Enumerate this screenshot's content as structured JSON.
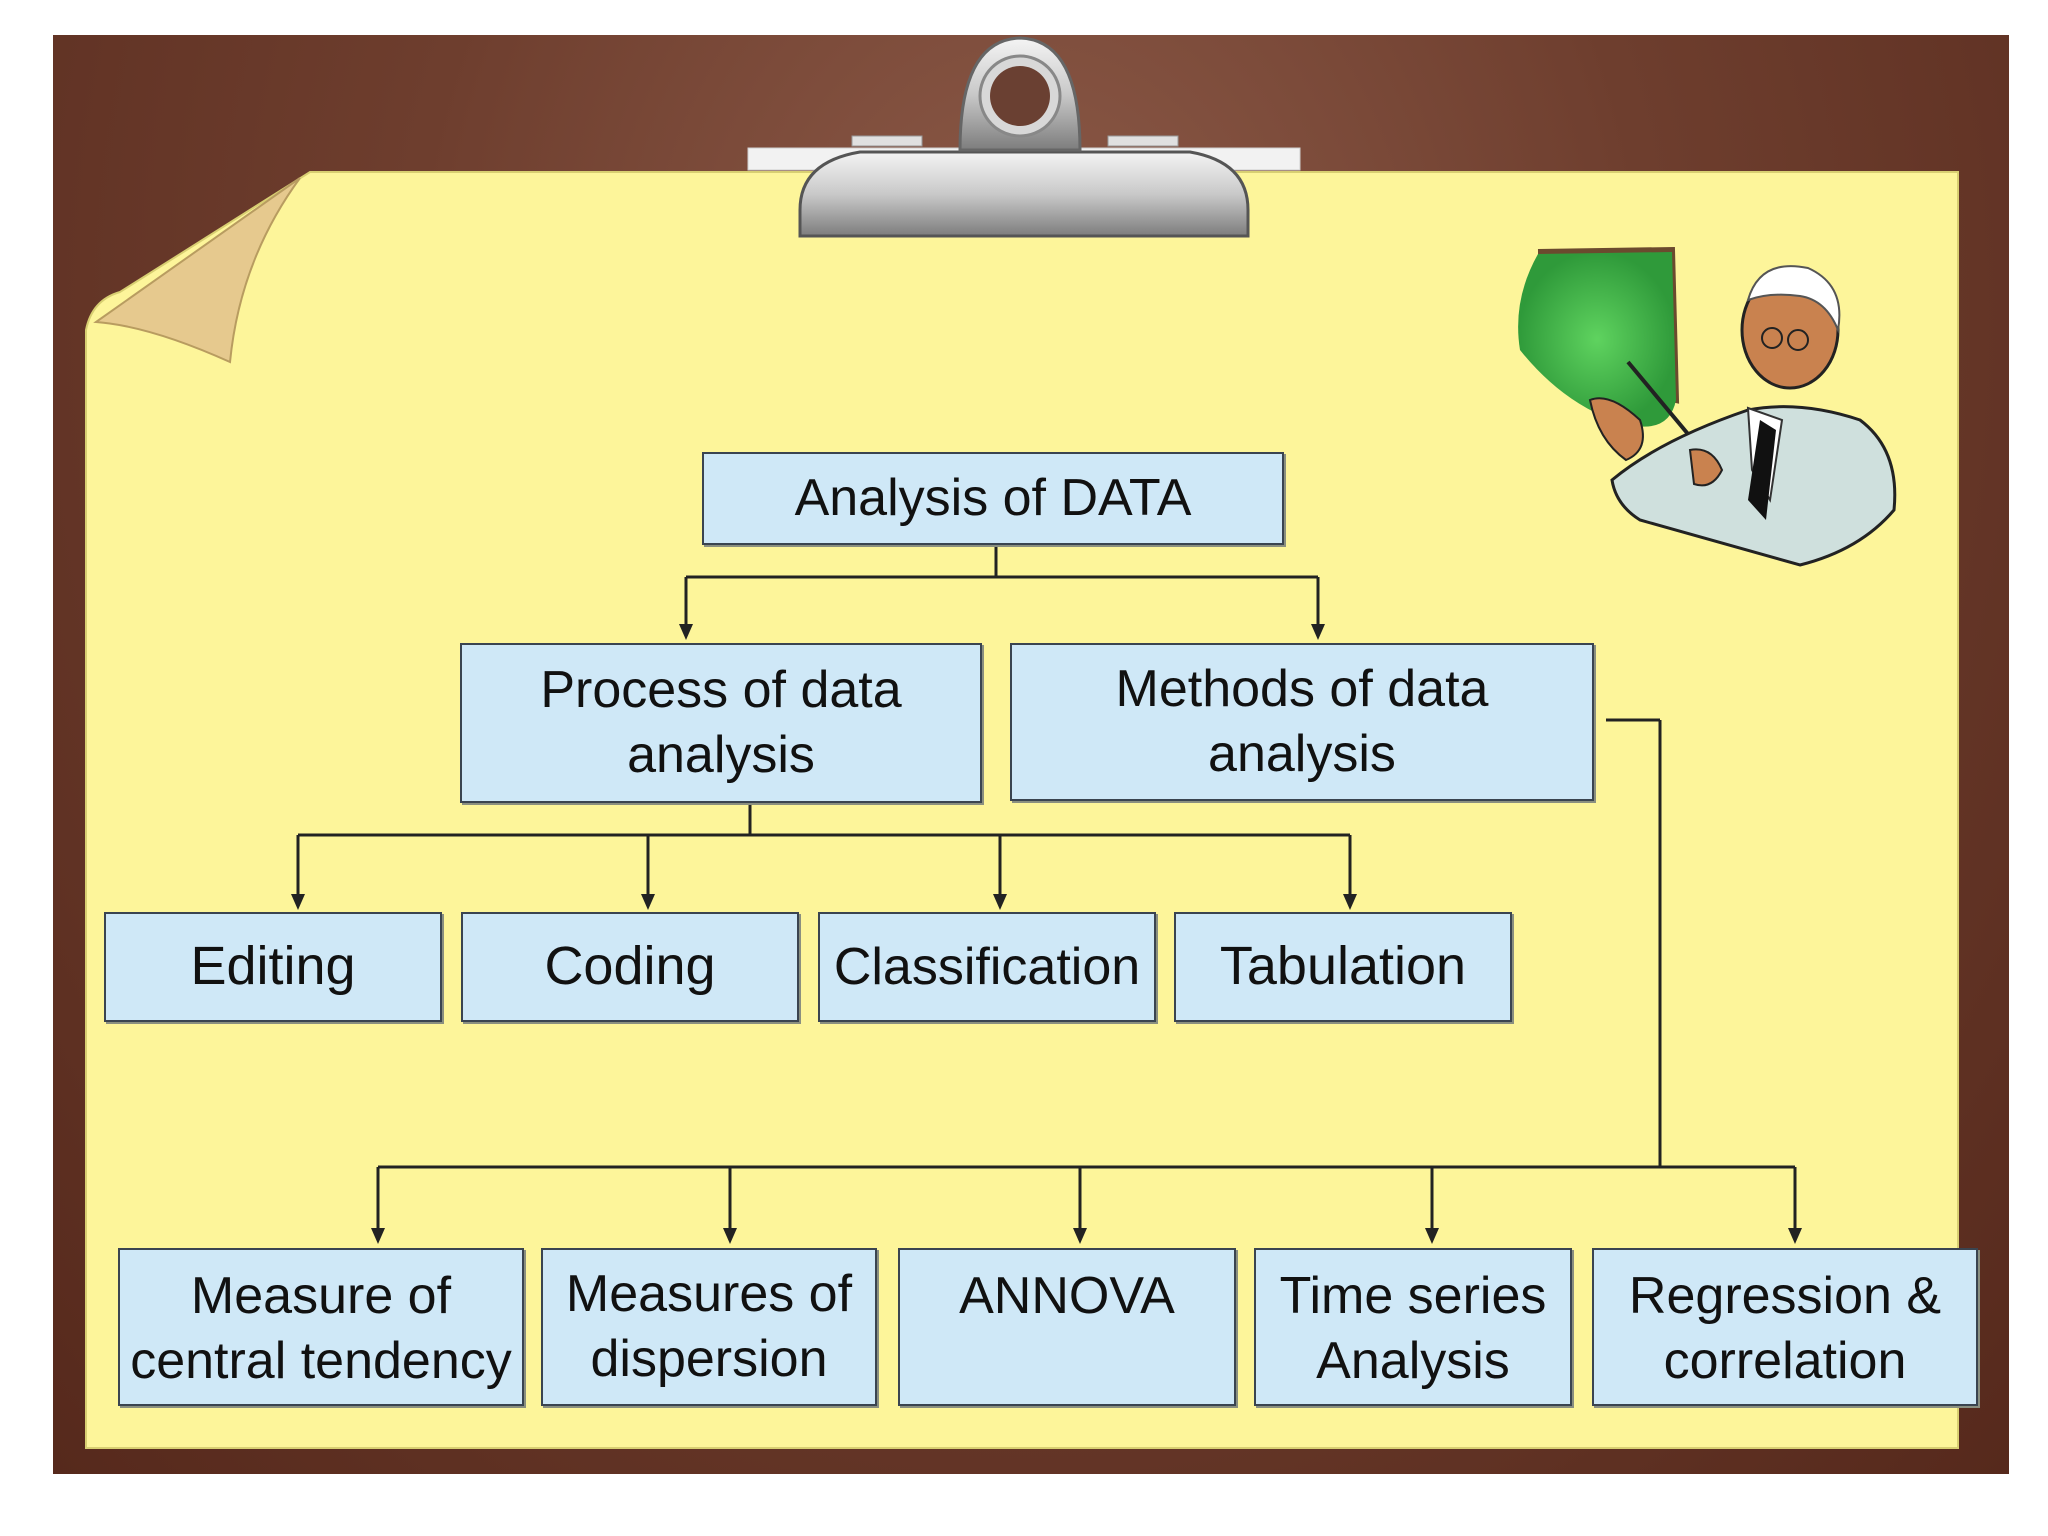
{
  "diagram": {
    "root": "Analysis of DATA",
    "branches": [
      {
        "label": "Process of data\nanalysis",
        "children": [
          "Editing",
          "Coding",
          "Classification",
          "Tabulation"
        ]
      },
      {
        "label": "Methods of data\nanalysis",
        "children": [
          "Measure of\ncentral tendency",
          "Measures of\ndispersion",
          "ANNOVA",
          "Time series\nAnalysis",
          "Regression &\ncorrelation"
        ]
      }
    ]
  },
  "colors": {
    "board": "#6e3e2e",
    "paper": "#fdf59a",
    "box_fill": "#cfe8f7",
    "box_border": "#3a4450",
    "connector": "#222222"
  },
  "icons": [
    "clipboard-clip-icon",
    "teacher-with-board-illustration",
    "page-curl"
  ]
}
